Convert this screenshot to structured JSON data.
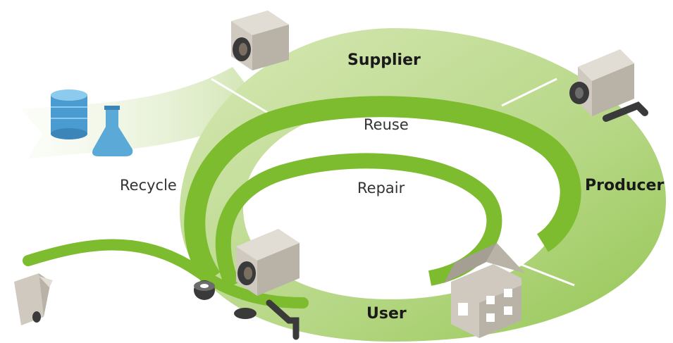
{
  "labels": {
    "supplier": "Supplier",
    "producer": "Producer",
    "user": "User",
    "reuse": "Reuse",
    "repair": "Repair",
    "recycle": "Recycle"
  },
  "colors": {
    "outer_ring_light": "#c8dea0",
    "outer_ring_mid": "#a9cf6c",
    "ring_green": "#7dbb2f",
    "ring_green_dark": "#6aa628",
    "box_grey": "#cfc9bf",
    "box_dark": "#3a3a3a",
    "barrel_blue": "#5aa9d6"
  }
}
